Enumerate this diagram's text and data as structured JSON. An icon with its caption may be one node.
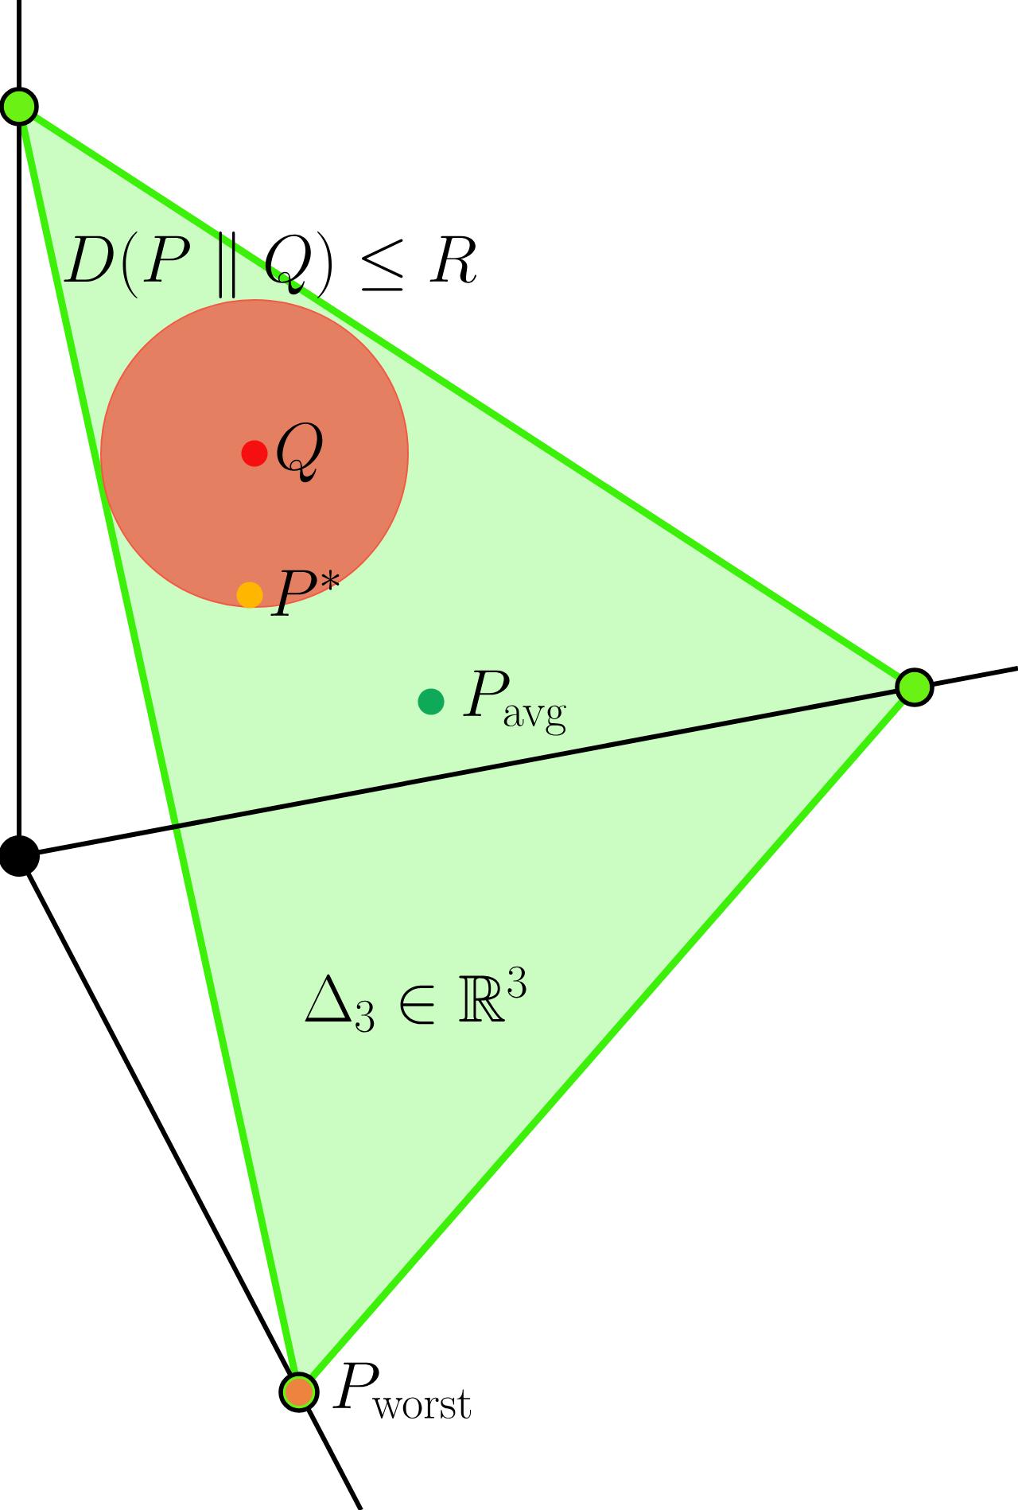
{
  "diagram": {
    "nodes": [
      {
        "text": [
          "\\Delta_3 \\in \\mathbb{R}^3"
        ]
      },
      {
        "text": [
          "D(P \\parallel Q) \\leq R"
        ],
        "in": 0
      }
    ],
    "labels": [
      "Q",
      "P^*",
      "P_{\\mathrm{avg}}",
      "P_{\\mathrm{worst}}"
    ]
  }
}
